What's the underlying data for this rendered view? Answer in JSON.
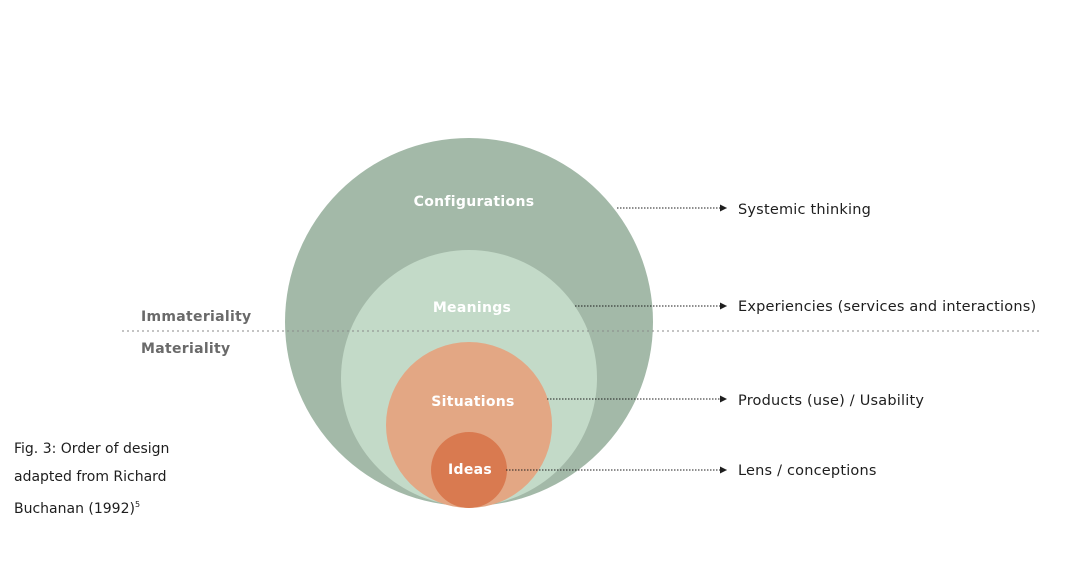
{
  "colors": {
    "configurations_fill": "#a3b9a8",
    "meanings_fill": "#c3dac8",
    "situations_fill": "#e3a784",
    "ideas_fill": "#d97a50",
    "text_dark": "#1e1e1e",
    "text_grey": "#6a6a6a"
  },
  "circles": {
    "configurations": "Configurations",
    "meanings": "Meanings",
    "situations": "Situations",
    "ideas": "Ideas"
  },
  "outcomes": {
    "configurations": "Systemic thinking",
    "meanings": "Experiencies (services and interactions)",
    "situations": "Products (use) / Usability",
    "ideas": "Lens / conceptions"
  },
  "divider": {
    "above": "Immateriality",
    "below": "Materiality"
  },
  "caption": {
    "line1": "Fig. 3: Order of design",
    "line2": "adapted from Richard",
    "line3": "Buchanan (1992)",
    "footnote": "5"
  }
}
